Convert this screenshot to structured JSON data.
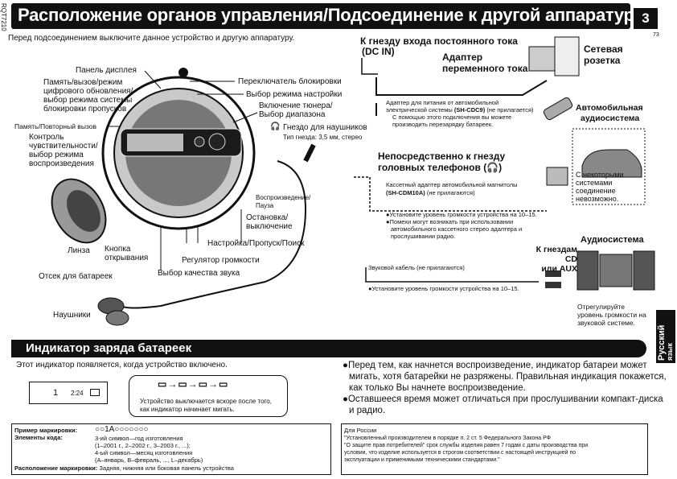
{
  "header": {
    "title": "Расположение органов управления/Подсоединение к другой аппаратуре",
    "page_box": "3",
    "page_number": "73",
    "model_code": "RQT7210"
  },
  "intro": "Перед подсоединением выключите данное устройство и другую аппаратуру.",
  "controls": {
    "display_panel": "Панель дисплея",
    "lock_switch": "Переключатель блокировки",
    "memory": [
      "Память/вызов/режим",
      "цифрового обновления/",
      "выбор режима системы",
      "блокировки пропусков"
    ],
    "tune_mode": "Выбор режима настройки",
    "tuner_on": [
      "Включение тюнера/",
      "Выбор диапазона"
    ],
    "memory_repeat": "Память/Повторный вызов",
    "headphone_jack": "Гнездо для наушников",
    "jack_type": "Тип гнезда: 3,5 мм, стерео",
    "sensitivity": [
      "Контроль",
      "чувствительности/",
      "выбор режима",
      "воспроизведения"
    ],
    "play_pause": [
      "Воспроизведение/",
      "Пауза"
    ],
    "stop_off": [
      "Остановка/",
      "выключение"
    ],
    "tune_skip_search": "Настройка/Пропуск/Поиск",
    "lens": "Линза",
    "open_button": [
      "Кнопка",
      "открывания"
    ],
    "volume": "Регулятор громкости",
    "battery_compartment": "Отсек для батареек",
    "sound_quality": "Выбор качества звука",
    "headphones": "Наушники"
  },
  "connections": {
    "dc_in_title": [
      "К гнезду входа постоянного тока",
      "(DC IN)"
    ],
    "ac_adapter": [
      "Адаптер",
      "переменного тока"
    ],
    "wall_outlet": [
      "Сетевая",
      "розетка"
    ],
    "car_adapter": [
      "Адаптер для питания от автомобильной",
      "электрической системы",
      "(SH-CDC9)",
      "(не прилагается)",
      "С помощью этого подключения вы можете",
      "производить перезарядку батареек."
    ],
    "car_audio": [
      "Автомобильная",
      "аудиосистема"
    ],
    "note_some_systems": [
      "С некоторыми",
      "системами",
      "соединение",
      "невозможно."
    ],
    "headphone_title": [
      "Непосредственно к гнезду",
      "головных телефонов (",
      ")"
    ],
    "cassette_adapter": [
      "Кассетный адаптер автомобильной магнитолы",
      "(SH-CDM10A)",
      "(не прилагаются)"
    ],
    "cassette_notes": [
      "●Установите уровень громкости устройства на 10–15.",
      "●Помехи могут возникать при использовании",
      "автомобильного кассетного стерео адаптера и",
      "прослушивании радио."
    ],
    "cd_aux": [
      "К гнездам CD",
      "или AUX"
    ],
    "audio_system": "Аудиосистема",
    "audio_cable": "Звуковой кабель (не прилагаются)",
    "audio_volume_note": "●Установите уровень громкости устройства на 10–15.",
    "adjust_note": [
      "Отрегулируйте",
      "уровень громкости на",
      "звуковой системе."
    ]
  },
  "battery": {
    "section_title": "Индикатор заряда батареек",
    "appears": "Этот индикатор появляется, когда устройство включено.",
    "lcd_track": "1",
    "lcd_time": "2:24",
    "shutoff": [
      "Устройство выключается вскоре после того,",
      "как индикатор начинает мигать."
    ],
    "notes": [
      "●Перед тем, как начнется воспроизведение, индикатор батареи может",
      "мигать, хотя батарейки не разряжены. Правильная индикация покажется,",
      "как только Вы начнете воспроизведение.",
      "●Оставшееся время может отличаться при прослушивании компакт-диска",
      "и радио."
    ]
  },
  "marking": {
    "example_label": "Пример маркировки:",
    "example_value": "○○1A○○○○○○○",
    "codes_label": "Элементы кода:",
    "codes": [
      "3-ий символ—год изготовления",
      "(1–2001 г., 2–2002 г., 3–2003 г., ...);",
      "4-ый символ—месяц изготовления",
      "(A–январь, B–февраль, ..., L–декабрь)"
    ],
    "location_label": "Расположение маркировки:",
    "location_value": "Задняя, нижняя или боковая панель устройства"
  },
  "russia": {
    "title": "Для России",
    "text": [
      "\"Установленный производителем в порядке п. 2 ст. 5 Федерального Закона РФ",
      "\"О защите прав потребителей\" срок службы изделия равен 7 годам с даты производства при",
      "условии, что изделие используется в строгом соответствии с настоящей инструкцией по",
      "эксплуатации и применимыми техническими стандартами.\""
    ]
  },
  "language_tab": [
    "Русский",
    "язык"
  ]
}
